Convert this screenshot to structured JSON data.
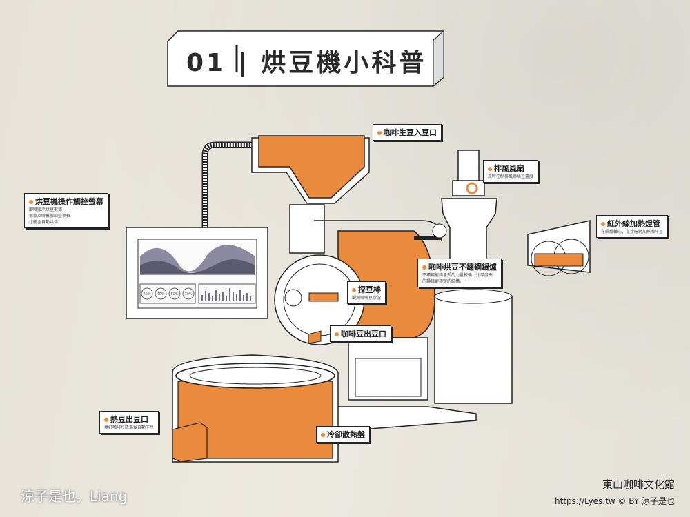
{
  "title": "01 | 烘豆機小科普",
  "colors": {
    "accent": "#e98a3c",
    "line": "#222222",
    "panel": "#ffffff",
    "wall": "#e8e5dd"
  },
  "labels": {
    "hopper": {
      "title": "咖啡生豆入豆口"
    },
    "exhaust": {
      "title": "排風風扇",
      "sub": "及時控制排風與烘豆溫度"
    },
    "infrared": {
      "title": "紅外線加熱燈管",
      "sub": "在鍋爐軸心，直接輻射加熱咖啡豆"
    },
    "screen": {
      "title": "烘豆機操作觸控螢幕",
      "sub1": "即時顯示烘豆數據",
      "sub2": "根據及時數據調整參數",
      "sub3": "也能全自動烘焙"
    },
    "drum": {
      "title": "咖啡烘豆不鏽鋼鍋爐",
      "sub1": "不鏽鋼能夠承受的力量較強，比厚度高",
      "sub2": "的鑄鐵更穩定的結構。"
    },
    "trier": {
      "title": "探豆棒",
      "sub": "觀測咖啡豆狀況"
    },
    "outlet": {
      "title": "咖啡豆出豆口"
    },
    "hot_outlet": {
      "title": "熱豆出豆口",
      "sub": "烘好咖啡豆降溫後自動下豆"
    },
    "cooling": {
      "title": "冷卻散熱盤"
    }
  },
  "screen_gauges": [
    "20%",
    "40%",
    "50%",
    "70%"
  ],
  "watermark": {
    "left": "涼子是也。Liang",
    "right_title": "東山咖啡文化館",
    "right_url": "https://Lyes.tw © BY 涼子是也"
  }
}
